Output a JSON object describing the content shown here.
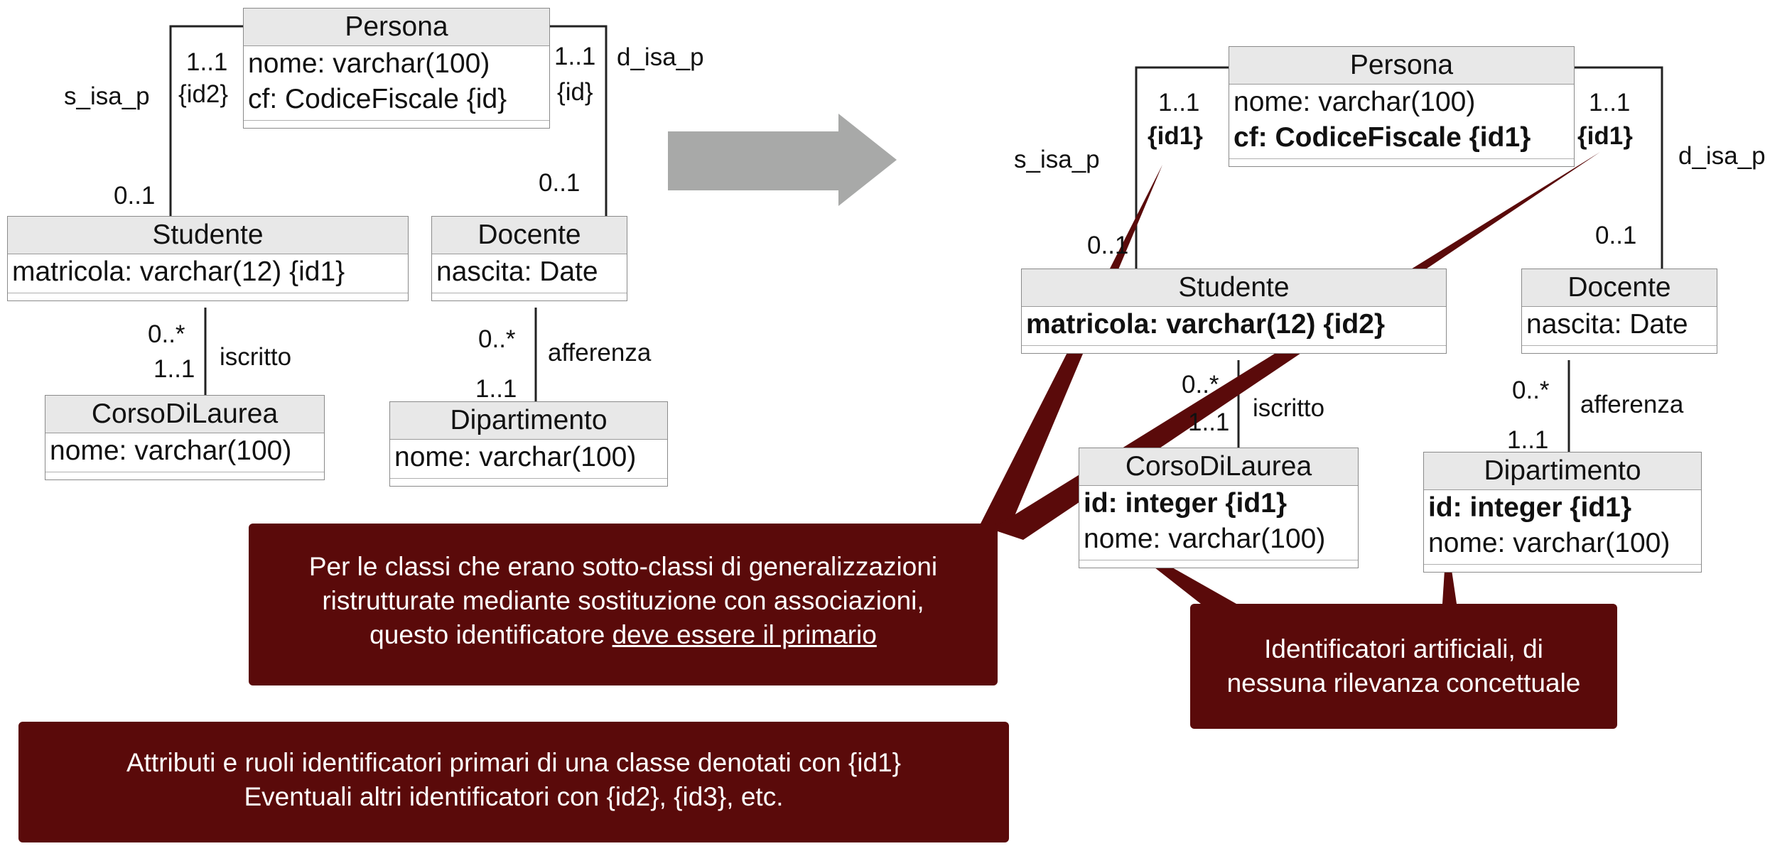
{
  "left": {
    "persona": {
      "name": "Persona",
      "attrs": [
        "nome: varchar(100)",
        "cf: CodiceFiscale {id}"
      ]
    },
    "studente": {
      "name": "Studente",
      "attrs": [
        "matricola: varchar(12) {id1}"
      ]
    },
    "docente": {
      "name": "Docente",
      "attrs": [
        "nascita: Date"
      ]
    },
    "corso": {
      "name": "CorsoDiLaurea",
      "attrs": [
        "nome: varchar(100)"
      ]
    },
    "dipartimento": {
      "name": "Dipartimento",
      "attrs": [
        "nome: varchar(100)"
      ]
    },
    "labels": {
      "s_isa_p": "s_isa_p",
      "s_mult_top": "1..1",
      "s_id": "{id2}",
      "s_mult_bottom": "0..1",
      "d_isa_p": "d_isa_p",
      "d_mult_top": "1..1",
      "d_id": "{id}",
      "d_mult_bottom": "0..1",
      "iscritto": "iscritto",
      "isc_top": "0..*",
      "isc_bottom": "1..1",
      "afferenza": "afferenza",
      "aff_top": "0..*",
      "aff_bottom": "1..1"
    }
  },
  "right": {
    "persona": {
      "name": "Persona",
      "attrs": [
        "nome: varchar(100)",
        "cf: CodiceFiscale {id1}"
      ]
    },
    "studente": {
      "name": "Studente",
      "attrs": [
        "matricola: varchar(12) {id2}"
      ]
    },
    "docente": {
      "name": "Docente",
      "attrs": [
        "nascita: Date"
      ]
    },
    "corso": {
      "name": "CorsoDiLaurea",
      "attrs": [
        "id: integer {id1}",
        "nome: varchar(100)"
      ]
    },
    "dipartimento": {
      "name": "Dipartimento",
      "attrs": [
        "id: integer {id1}",
        "nome: varchar(100)"
      ]
    },
    "labels": {
      "s_isa_p": "s_isa_p",
      "s_mult_top": "1..1",
      "s_id": "{id1}",
      "s_mult_bottom": "0..1",
      "d_isa_p": "d_isa_p",
      "d_mult_top": "1..1",
      "d_id": "{id1}",
      "d_mult_bottom": "0..1",
      "iscritto": "iscritto",
      "isc_top": "0..*",
      "isc_bottom": "1..1",
      "afferenza": "afferenza",
      "aff_top": "0..*",
      "aff_bottom": "1..1"
    }
  },
  "callouts": {
    "generalization_line1": "Per le classi che erano sotto-classi di generalizzazioni",
    "generalization_line2": "ristrutturate mediante sostituzione con associazioni,",
    "generalization_line3_prefix": "questo identificatore ",
    "generalization_line3_underlined": "deve essere il primario",
    "artificial_line1": "Identificatori artificiali, di",
    "artificial_line2": "nessuna rilevanza concettuale",
    "legend_line1": "Attributi e ruoli identificatori primari di una classe denotati con {id1}",
    "legend_line2": "Eventuali altri identificatori con {id2}, {id3}, etc."
  },
  "colors": {
    "callout": "#5a0a0a",
    "arrow": "#a8a9a8",
    "header": "#e8e8e8"
  }
}
